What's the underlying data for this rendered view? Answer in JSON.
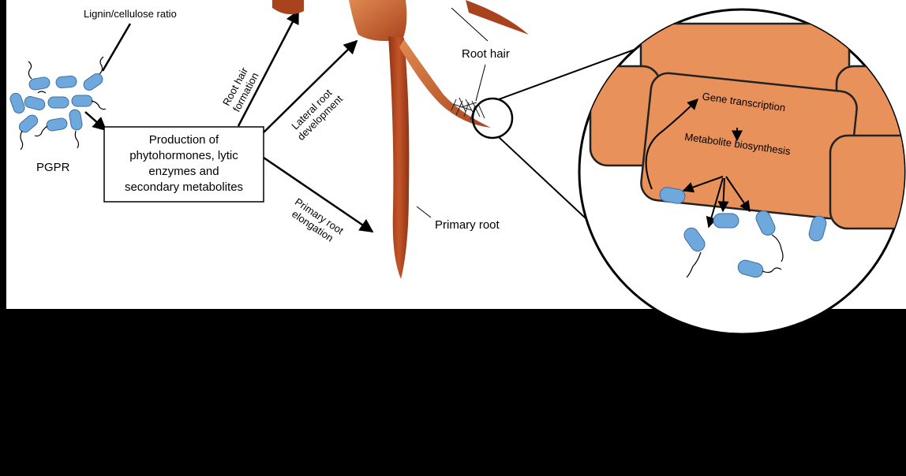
{
  "labels": {
    "lignin_ratio": "Lignin/cellulose ratio",
    "pgpr": "PGPR",
    "production_line1": "Production of",
    "production_line2": "phytohormones, lytic",
    "production_line3": "enzymes and",
    "production_line4": "secondary metabolites",
    "root_hair_formation_1": "Root hair",
    "root_hair_formation_2": "formation",
    "lateral_root_1": "Lateral root",
    "lateral_root_2": "development",
    "primary_elong_1": "Primary root",
    "primary_elong_2": "elongation",
    "root_hair": "Root hair",
    "primary_root": "Primary root",
    "gene_transcription": "Gene transcription",
    "metabolite_biosynthesis": "Metabolite biosynthesis"
  },
  "colors": {
    "bacteria": "#6fa8dc",
    "bacteria_stroke": "#3d6f9e",
    "root": "#a8431e",
    "root_light": "#d2692e",
    "cell": "#e8915a",
    "cell_stroke": "#222222",
    "panel_bg": "#ffffff",
    "background": "#000000"
  }
}
